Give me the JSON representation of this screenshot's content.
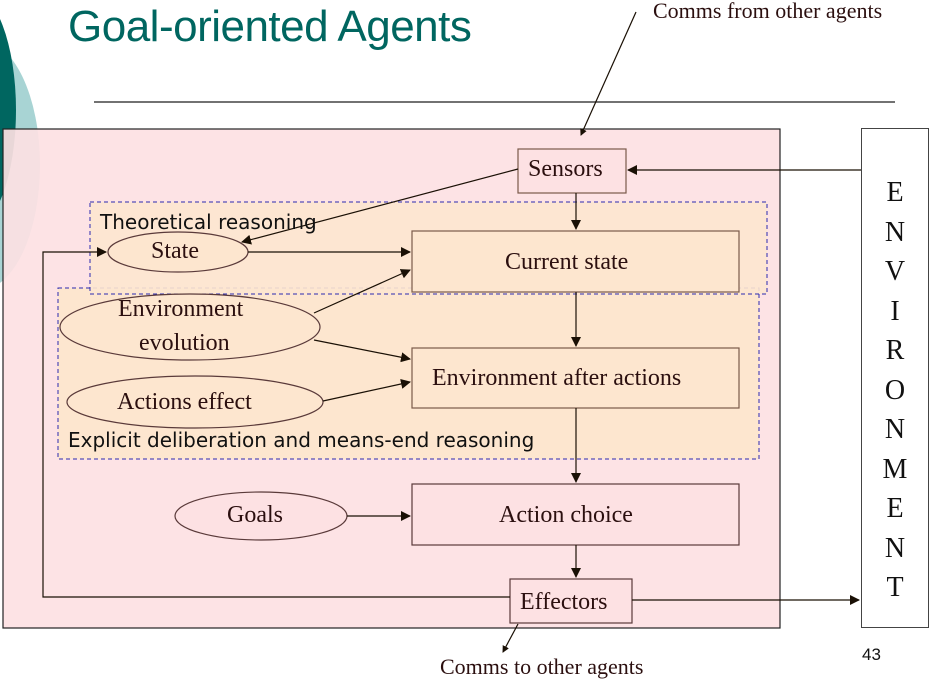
{
  "slide": {
    "title": "Goal-oriented Agents",
    "page_number": "43",
    "colors": {
      "title": "#006660",
      "agent_box": "#fde1e3",
      "reasoning_region": "#fde6cf",
      "dashed_border": "#2a2ab0",
      "node_border": "#7a5a4a",
      "arrow": "#1a1005"
    }
  },
  "annotations": {
    "comms_from": "Comms from other agents",
    "comms_to": "Comms to other agents"
  },
  "regions": {
    "theoretical": "Theoretical reasoning",
    "deliberation": "Explicit deliberation and means-end reasoning"
  },
  "nodes": {
    "sensors": "Sensors",
    "state": "State",
    "current_state": "Current state",
    "env_evolution_line1": "Environment",
    "env_evolution_line2": "evolution",
    "env_after_actions": "Environment after actions",
    "actions_effect": "Actions effect",
    "goals": "Goals",
    "action_choice": "Action choice",
    "effectors": "Effectors"
  },
  "environment": {
    "letters": [
      "E",
      "N",
      "V",
      "I",
      "R",
      "O",
      "N",
      "M",
      "E",
      "N",
      "T"
    ]
  },
  "edges": [
    {
      "from": "environment",
      "to": "sensors"
    },
    {
      "from": "comms_from",
      "to": "sensors"
    },
    {
      "from": "sensors",
      "to": "state"
    },
    {
      "from": "sensors",
      "to": "current_state"
    },
    {
      "from": "state",
      "to": "current_state"
    },
    {
      "from": "env_evolution",
      "to": "current_state"
    },
    {
      "from": "env_evolution",
      "to": "env_after_actions"
    },
    {
      "from": "actions_effect",
      "to": "env_after_actions"
    },
    {
      "from": "current_state",
      "to": "env_after_actions"
    },
    {
      "from": "env_after_actions",
      "to": "action_choice"
    },
    {
      "from": "goals",
      "to": "action_choice"
    },
    {
      "from": "action_choice",
      "to": "effectors"
    },
    {
      "from": "effectors",
      "to": "environment"
    },
    {
      "from": "effectors",
      "to": "state"
    },
    {
      "from": "effectors",
      "to": "comms_to"
    }
  ]
}
